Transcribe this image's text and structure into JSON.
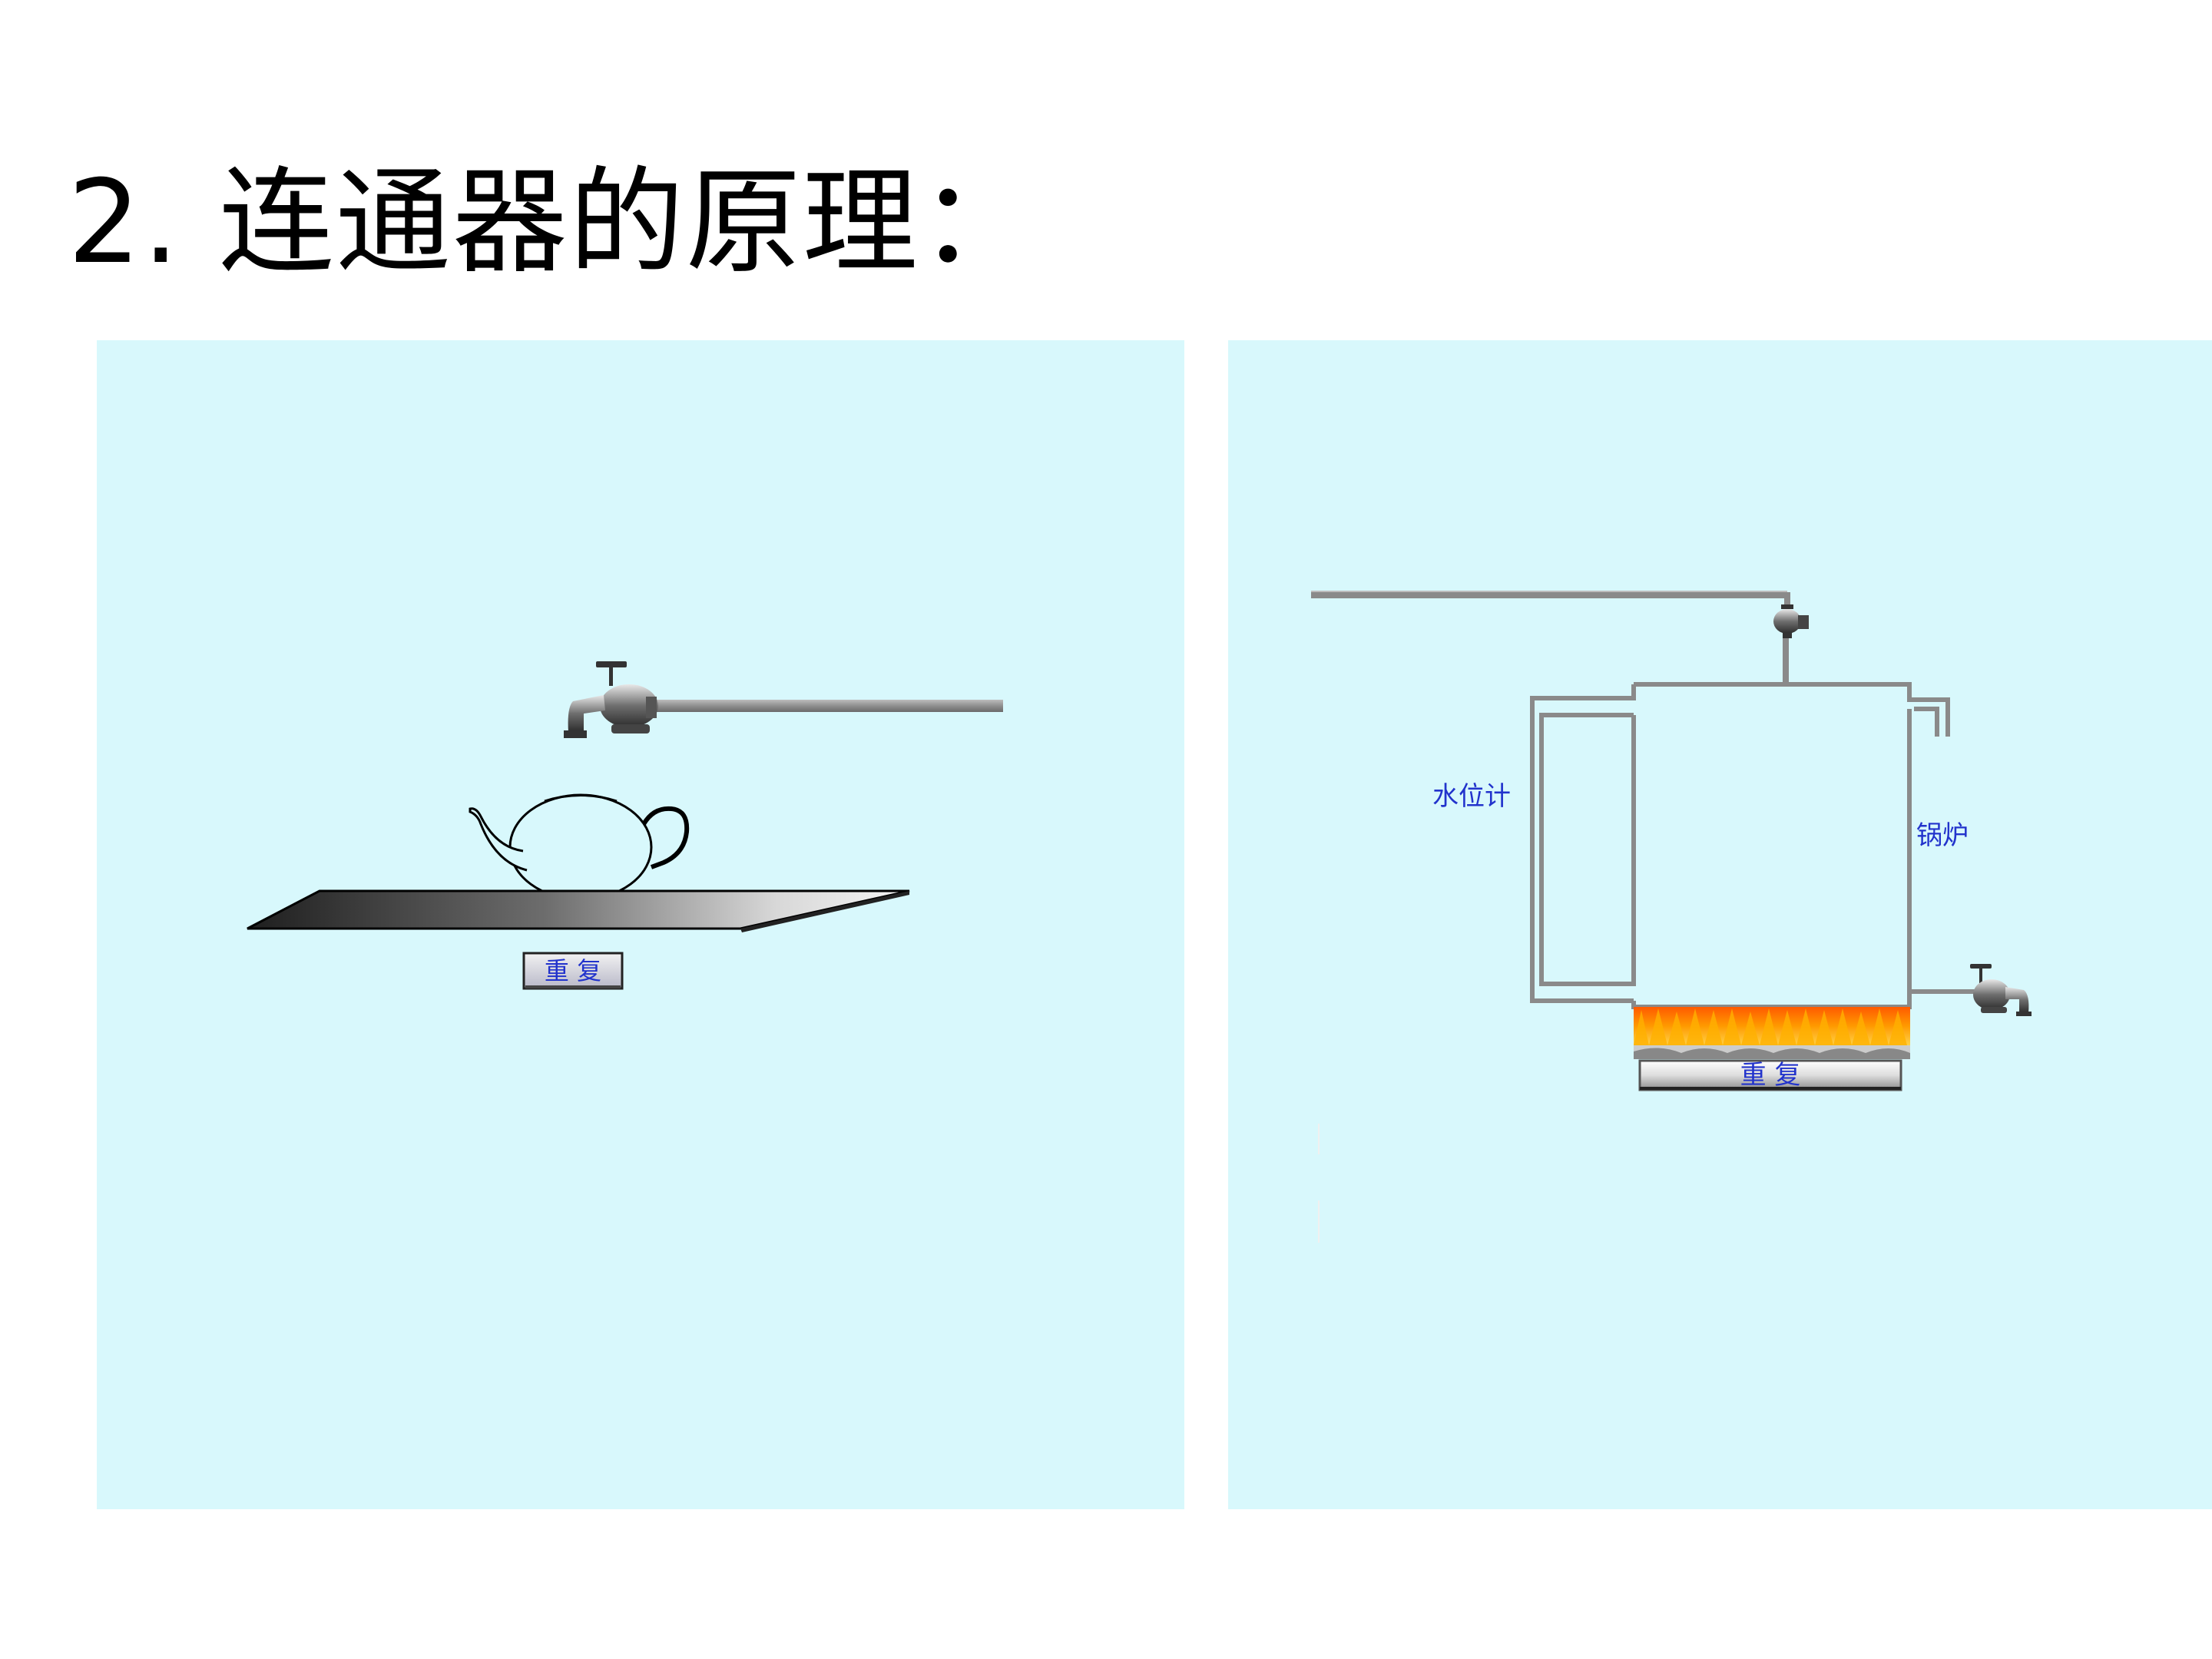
{
  "slide": {
    "title": "2. 连通器的原理："
  },
  "teapot_panel": {
    "replay_label": "重 复"
  },
  "boiler_panel": {
    "water_gauge_label": "水位计",
    "boiler_label": "锅炉",
    "replay_label": "重    复"
  },
  "colors": {
    "panel_background": "#d8f8fc",
    "pipe": "#8a8a8a",
    "label_text": "#2233cc",
    "flame": "#ff8a00"
  }
}
